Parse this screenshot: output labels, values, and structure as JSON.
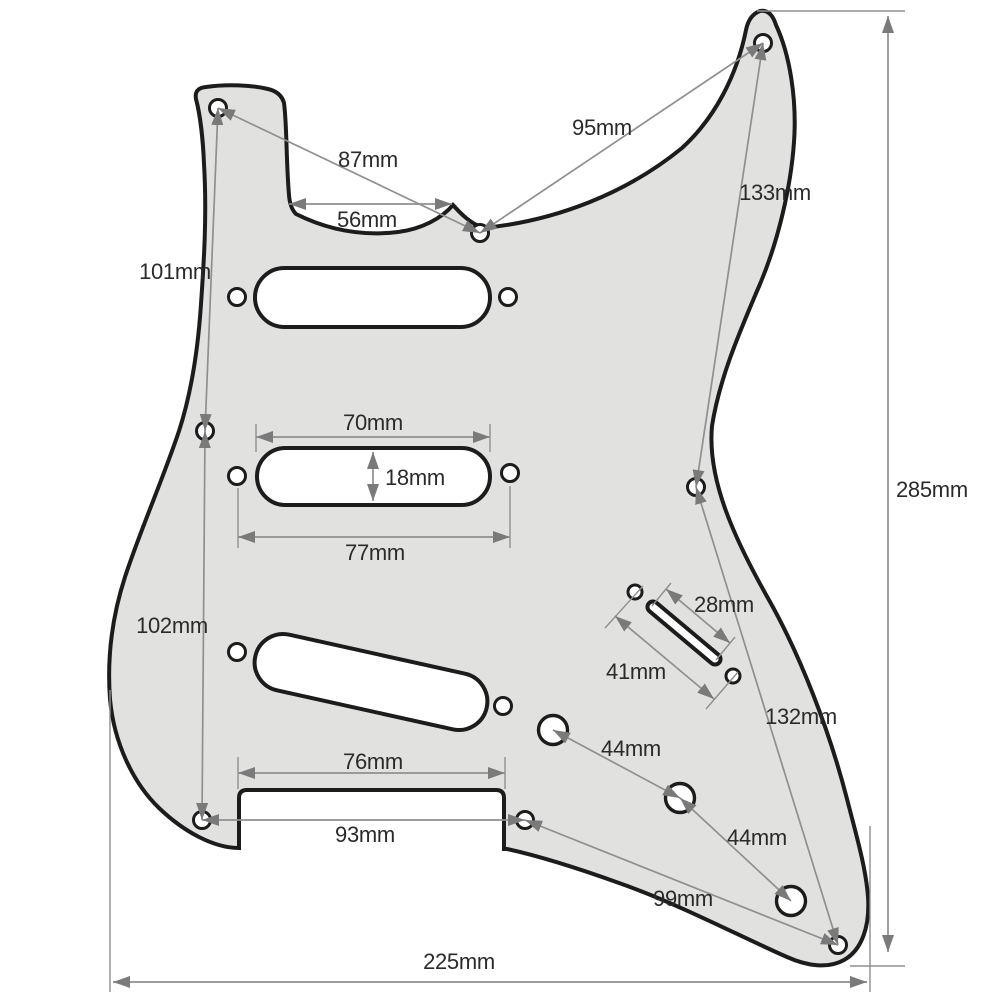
{
  "diagram": {
    "type": "guitar-pickguard-dimension-diagram",
    "unit": "mm",
    "dimensions": {
      "d87": "87mm",
      "d95": "95mm",
      "d56": "56mm",
      "d101": "101mm",
      "d133": "133mm",
      "d70": "70mm",
      "d18": "18mm",
      "d77": "77mm",
      "d102": "102mm",
      "d28": "28mm",
      "d41": "41mm",
      "d132": "132mm",
      "d44a": "44mm",
      "d44b": "44mm",
      "d99": "99mm",
      "d93": "93mm",
      "d76": "76mm",
      "d285": "285mm",
      "d225": "225mm"
    },
    "colors": {
      "background": "#ffffff",
      "plate": "#e1e1df",
      "outline": "#1c1c1c",
      "dimension_line": "#8f8f8f",
      "arrow": "#7a7a7a",
      "text": "#2a2a2a"
    }
  }
}
